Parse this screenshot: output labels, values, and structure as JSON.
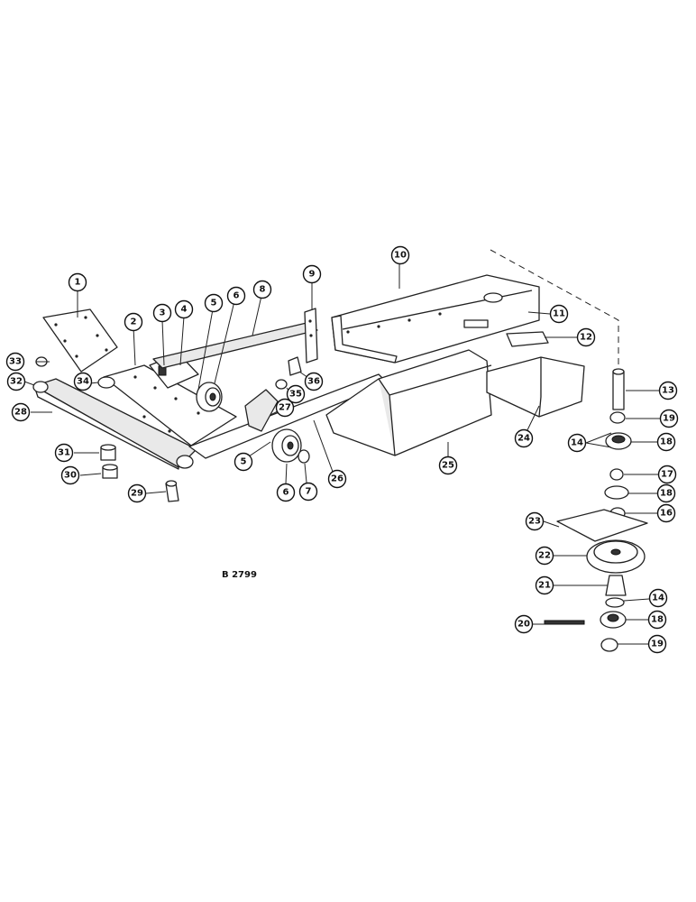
{
  "drawing_number": "B 2799",
  "callouts": [
    {
      "id": "c1",
      "label": "1"
    },
    {
      "id": "c2",
      "label": "2"
    },
    {
      "id": "c3",
      "label": "3"
    },
    {
      "id": "c4",
      "label": "4"
    },
    {
      "id": "c5a",
      "label": "5"
    },
    {
      "id": "c6a",
      "label": "6"
    },
    {
      "id": "c8",
      "label": "8"
    },
    {
      "id": "c9",
      "label": "9"
    },
    {
      "id": "c10",
      "label": "10"
    },
    {
      "id": "c11",
      "label": "11"
    },
    {
      "id": "c12",
      "label": "12"
    },
    {
      "id": "c13",
      "label": "13"
    },
    {
      "id": "c19a",
      "label": "19"
    },
    {
      "id": "c14a",
      "label": "14"
    },
    {
      "id": "c18a",
      "label": "18"
    },
    {
      "id": "c17",
      "label": "17"
    },
    {
      "id": "c18b",
      "label": "18"
    },
    {
      "id": "c16",
      "label": "16"
    },
    {
      "id": "c23",
      "label": "23"
    },
    {
      "id": "c22",
      "label": "22"
    },
    {
      "id": "c21",
      "label": "21"
    },
    {
      "id": "c14b",
      "label": "14"
    },
    {
      "id": "c18c",
      "label": "18"
    },
    {
      "id": "c20",
      "label": "20"
    },
    {
      "id": "c19b",
      "label": "19"
    },
    {
      "id": "c24",
      "label": "24"
    },
    {
      "id": "c25",
      "label": "25"
    },
    {
      "id": "c26",
      "label": "26"
    },
    {
      "id": "c27",
      "label": "27"
    },
    {
      "id": "c35",
      "label": "35"
    },
    {
      "id": "c36",
      "label": "36"
    },
    {
      "id": "c5b",
      "label": "5"
    },
    {
      "id": "c6b",
      "label": "6"
    },
    {
      "id": "c7",
      "label": "7"
    },
    {
      "id": "c33",
      "label": "33"
    },
    {
      "id": "c32",
      "label": "32"
    },
    {
      "id": "c34",
      "label": "34"
    },
    {
      "id": "c28",
      "label": "28"
    },
    {
      "id": "c31",
      "label": "31"
    },
    {
      "id": "c30",
      "label": "30"
    },
    {
      "id": "c29",
      "label": "29"
    }
  ]
}
